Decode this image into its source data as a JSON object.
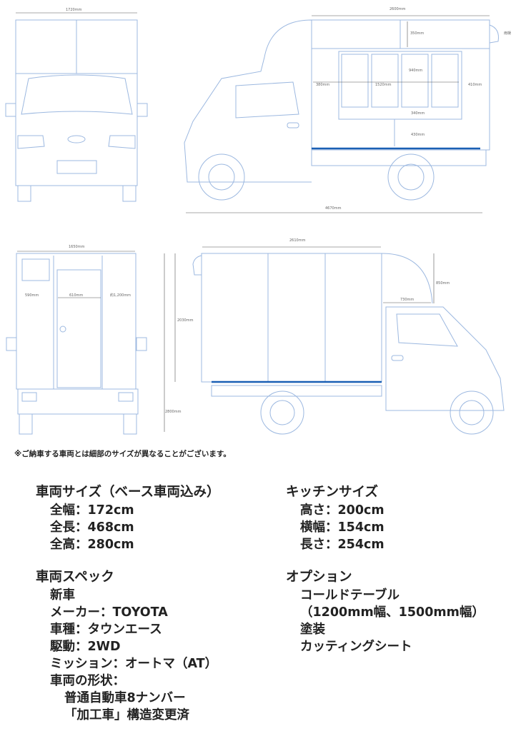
{
  "drawings": {
    "front": {
      "width": "1720mm"
    },
    "side_top": {
      "box_length": "2600mm",
      "upper_height": "350mm",
      "left_gap": "380mm",
      "window_width": "1520mm",
      "window_height": "940mm",
      "right_gap": "410mm",
      "counter": "340mm",
      "lower": "430mm",
      "overall_length": "4670mm",
      "side_note": "雨樋"
    },
    "rear": {
      "width": "1650mm",
      "left_panel": "590mm",
      "door_width": "610mm",
      "right_panel": "約1,200mm"
    },
    "side_bottom": {
      "box_length": "2610mm",
      "box_height": "2030mm",
      "total_height": "2800mm",
      "cab_gap": "730mm",
      "cab_height": "850mm"
    }
  },
  "note": "※ご納車する車両とは細部のサイズが異なることがございます。",
  "specs": {
    "vehicle_size": {
      "title": "車両サイズ（ベース車両込み）",
      "items": [
        "全幅：172cm",
        "全長：468cm",
        "全高：280cm"
      ]
    },
    "kitchen_size": {
      "title": "キッチンサイズ",
      "items": [
        "高さ：200cm",
        "横幅：154cm",
        "長さ：254cm"
      ]
    },
    "vehicle_spec": {
      "title": "車両スペック",
      "items": [
        "新車",
        "メーカー：TOYOTA",
        "車種：タウンエース",
        "駆動：2WD",
        "ミッション：オートマ（AT）",
        "車両の形状："
      ],
      "sub_items": [
        "普通自動車8ナンバー",
        "「加工車」構造変更済"
      ]
    },
    "options": {
      "title": "オプション",
      "items": [
        "コールドテーブル",
        "（1200mm幅、1500mm幅）",
        "塗装",
        "カッティングシート"
      ]
    }
  }
}
